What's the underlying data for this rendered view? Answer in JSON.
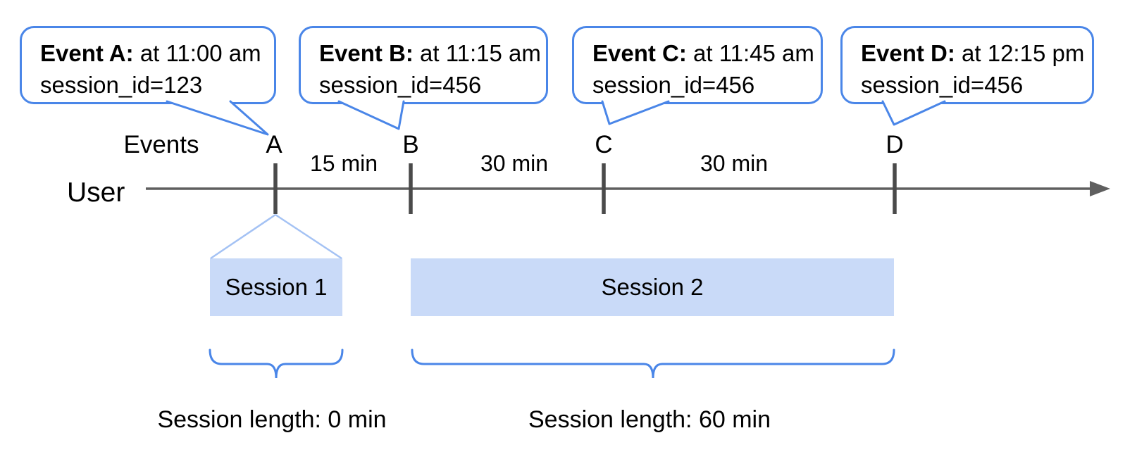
{
  "colors": {
    "callout_border": "#4a86e8",
    "brace": "#4a86e8",
    "session_fill": "#c9daf8",
    "funnel_line": "#a4c2f4",
    "timeline_gray": "#5f5f5f",
    "tick_gray": "#4a4a4a",
    "text": "#000000"
  },
  "callouts": [
    {
      "title": "Event A:",
      "time": "at 11:00 am",
      "session": "session_id=123"
    },
    {
      "title": "Event B:",
      "time": "at 11:15 am",
      "session": "session_id=456"
    },
    {
      "title": "Event C:",
      "time": "at 11:45 am",
      "session": "session_id=456"
    },
    {
      "title": "Event D:",
      "time": "at 12:15 pm",
      "session": "session_id=456"
    }
  ],
  "axis": {
    "events_label": "Events",
    "user_label": "User",
    "markers": [
      {
        "letter": "A"
      },
      {
        "letter": "B"
      },
      {
        "letter": "C"
      },
      {
        "letter": "D"
      }
    ],
    "intervals": [
      {
        "label": "15 min"
      },
      {
        "label": "30 min"
      },
      {
        "label": "30 min"
      }
    ]
  },
  "sessions": [
    {
      "label": "Session 1",
      "length_label": "Session length: 0 min"
    },
    {
      "label": "Session 2",
      "length_label": "Session length: 60 min"
    }
  ]
}
